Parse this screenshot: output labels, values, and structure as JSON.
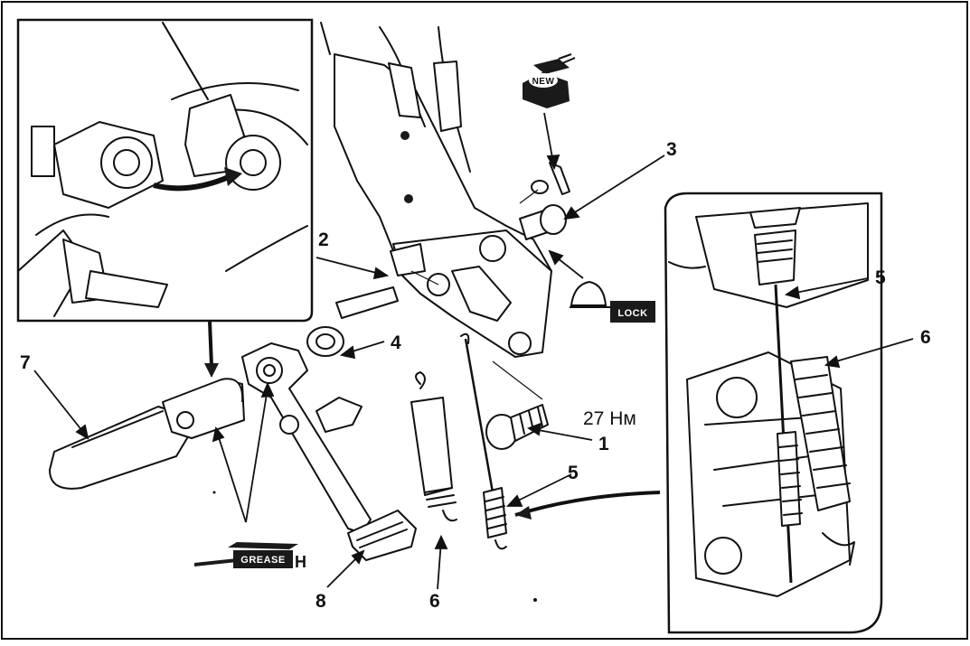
{
  "callouts": {
    "c1": "1",
    "c2": "2",
    "c3": "3",
    "c4": "4",
    "c5_top": "5",
    "c5_bottom": "5",
    "c6_right": "6",
    "c6_bottom": "6",
    "c7": "7",
    "c8": "8"
  },
  "torque": "27 Нм",
  "tags": {
    "new": "NEW",
    "lock": "LOCK",
    "grease": "GREASE"
  },
  "grease_suffix": "H"
}
